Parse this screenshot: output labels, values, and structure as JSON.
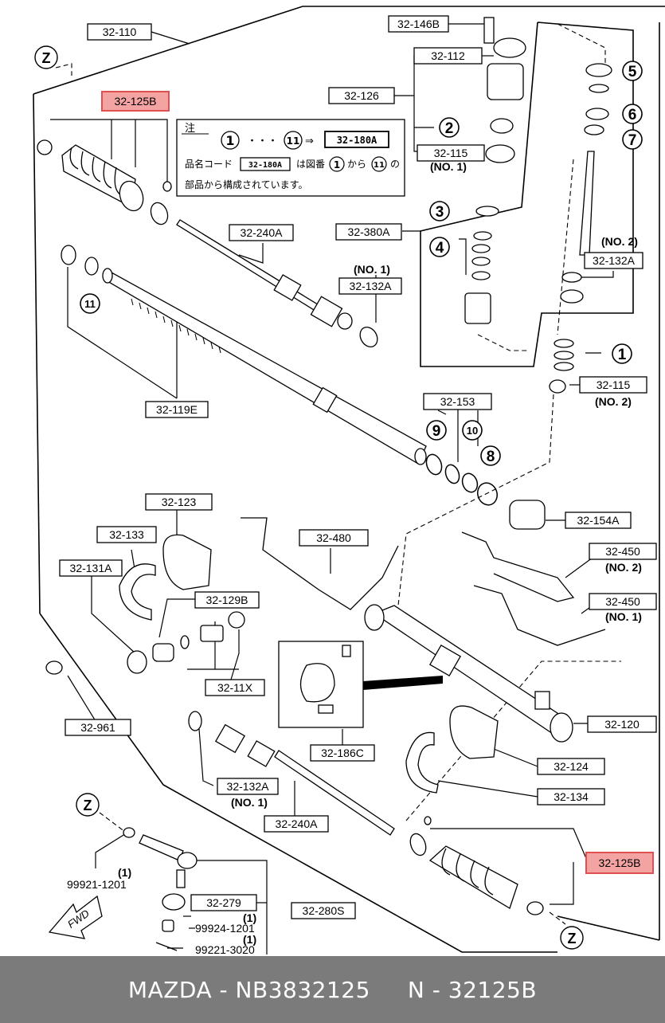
{
  "labels": {
    "l_32_110": "32-110",
    "l_32_146b": "32-146B",
    "l_32_112": "32-112",
    "l_32_126": "32-126",
    "l_32_115_top": "32-115",
    "l_no1_a": "(NO. 1)",
    "l_32_125b_top": "32-125B",
    "l_32_240a_top": "32-240A",
    "l_32_380a": "32-380A",
    "l_32_132a_top": "32-132A",
    "l_no1_b": "(NO. 1)",
    "l_no2_a": "(NO. 2)",
    "l_32_132a_right": "32-132A",
    "l_32_115_right": "32-115",
    "l_no2_b": "(NO. 2)",
    "l_32_119e": "32-119E",
    "l_32_153": "32-153",
    "l_32_123": "32-123",
    "l_32_154a": "32-154A",
    "l_32_133": "32-133",
    "l_32_480": "32-480",
    "l_32_450_a": "32-450",
    "l_no2_c": "(NO. 2)",
    "l_32_131a": "32-131A",
    "l_32_129b": "32-129B",
    "l_32_450_b": "32-450",
    "l_no1_c": "(NO. 1)",
    "l_32_11x": "32-11X",
    "l_32_961": "32-961",
    "l_32_120": "32-120",
    "l_32_186c": "32-186C",
    "l_32_124": "32-124",
    "l_32_132a_bot": "32-132A",
    "l_no1_d": "(NO. 1)",
    "l_32_134": "32-134",
    "l_32_240a_bot": "32-240A",
    "l_32_125b_bot": "32-125B",
    "l_99921": "99921-1201",
    "l_one_a": "(1)",
    "l_32_279": "32-279",
    "l_32_280s": "32-280S",
    "l_99924": "99924-1201",
    "l_one_b": "(1)",
    "l_99221": "99221-3020",
    "l_one_c": "(1)"
  },
  "callouts": [
    "1",
    "2",
    "3",
    "4",
    "5",
    "6",
    "7",
    "8",
    "9",
    "10",
    "11"
  ],
  "z_marker": "Z",
  "fwd": "FWD",
  "note": {
    "title": "注",
    "range_start": "1",
    "dots": "・・・",
    "range_end": "11",
    "arrow": "⇒",
    "code": "32-180A",
    "line2_a": "品名コード",
    "line2_code": "32-180A",
    "line2_b": "は図番",
    "line2_n1": "1",
    "line2_c": "から",
    "line2_n2": "11",
    "line2_d": "の",
    "line3": "部品から構成されています。"
  },
  "footer": {
    "brand": "MAZDA - NB3832125",
    "part": "N - 32125B"
  },
  "colors": {
    "highlight_fill": "#f4a3a3",
    "highlight_stroke": "#e05050",
    "footer_bg": "#7b7b7b"
  }
}
